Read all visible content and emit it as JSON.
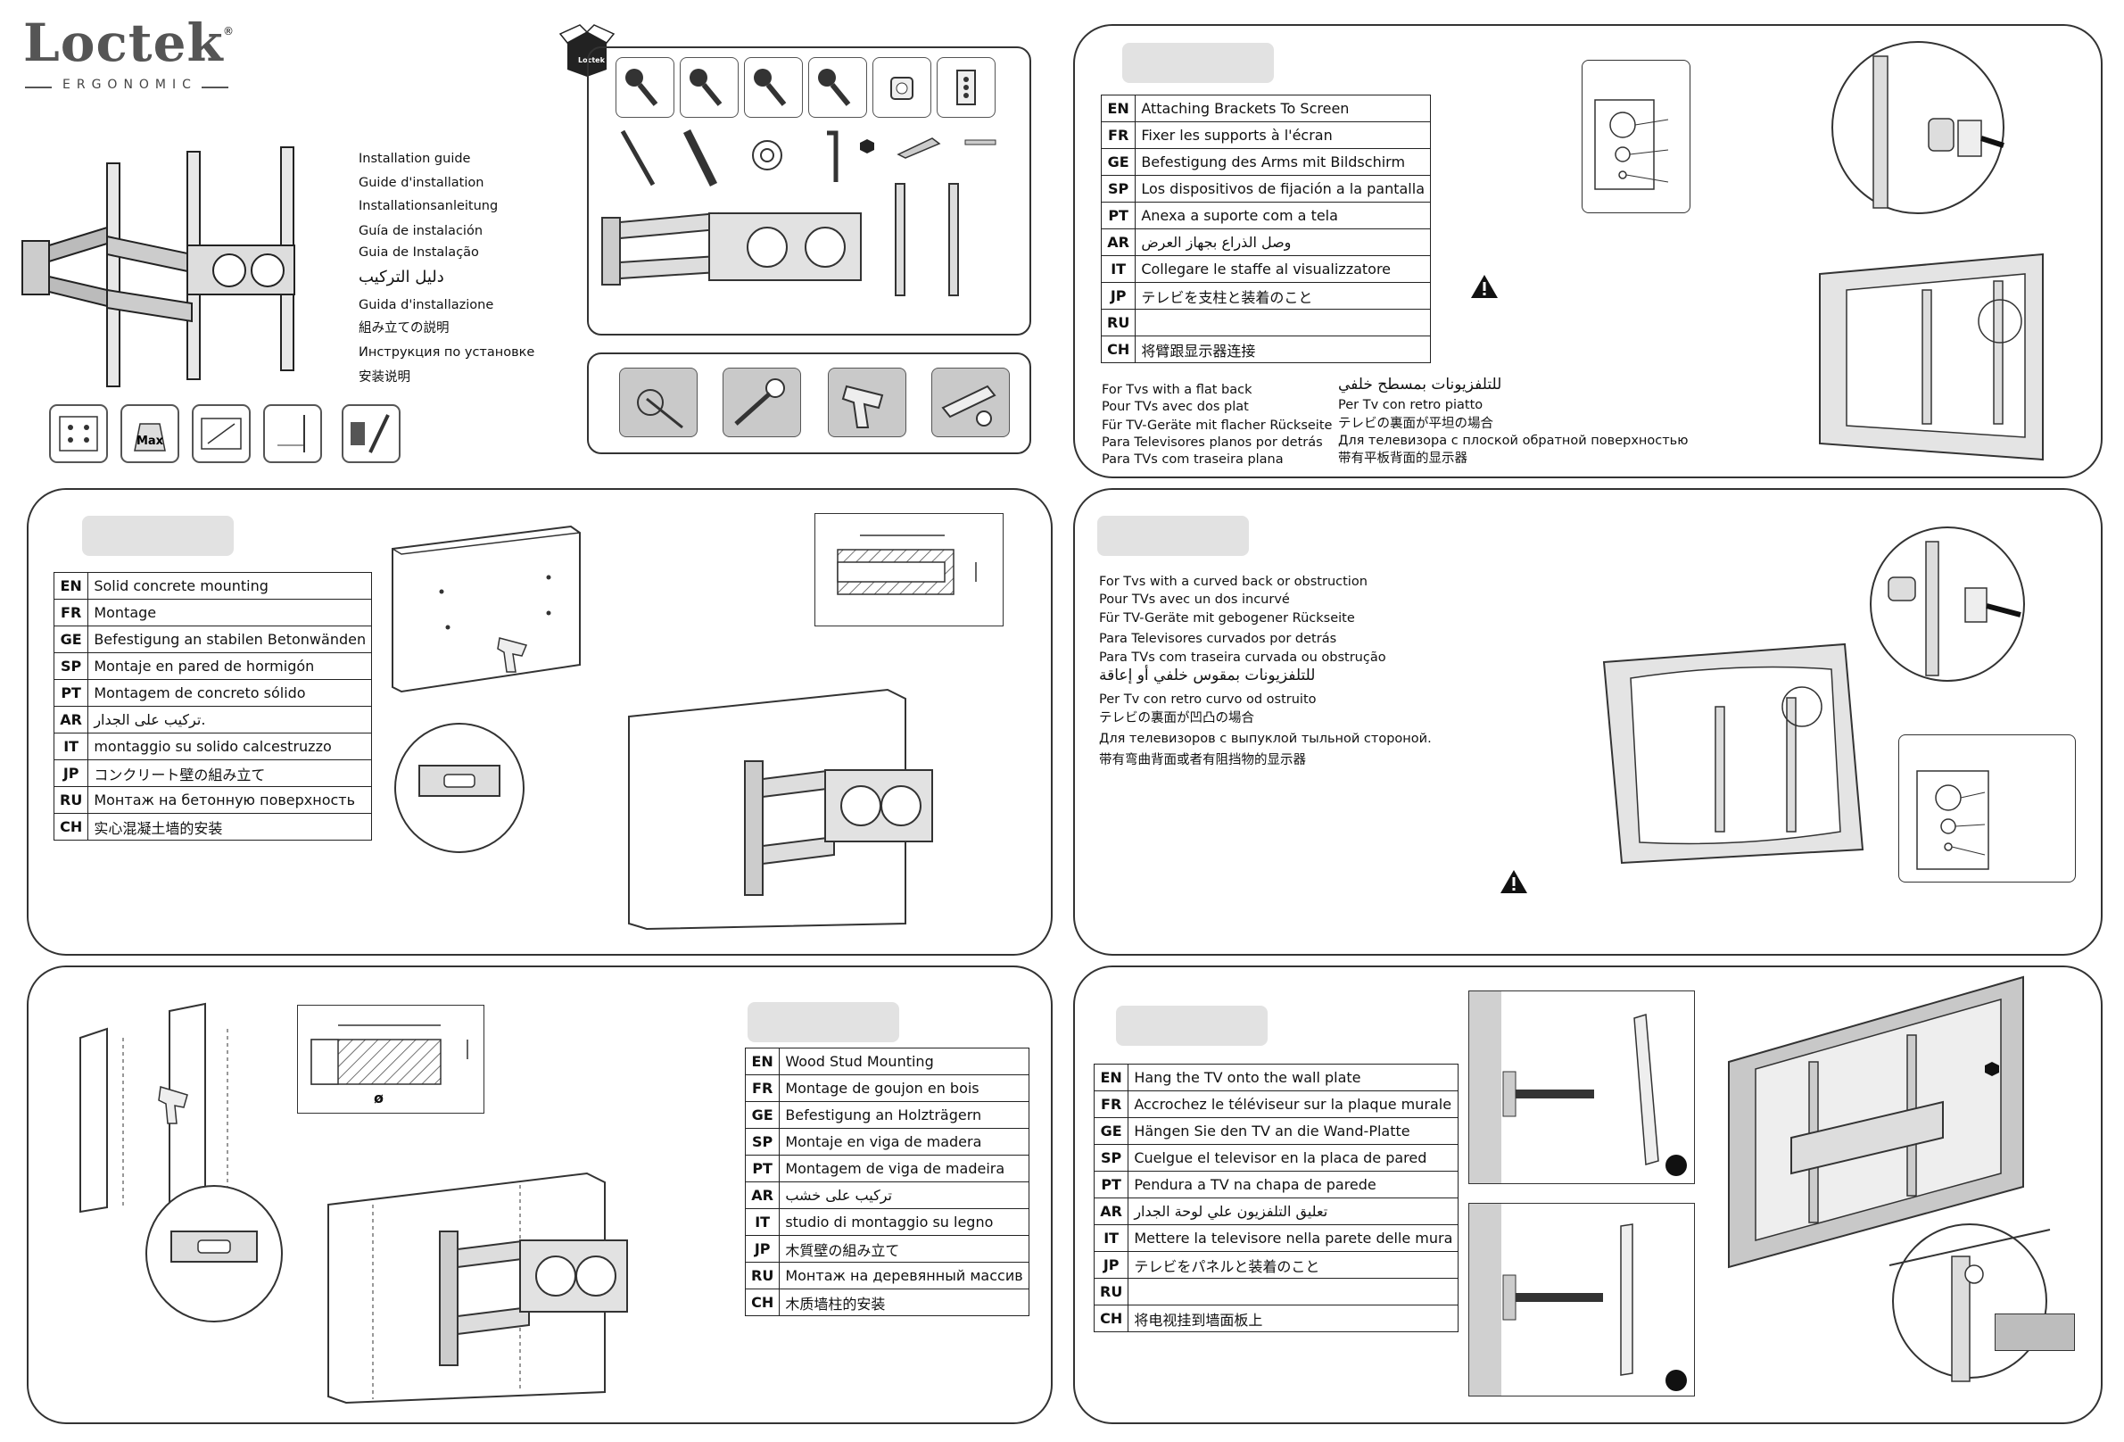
{
  "brand": {
    "name": "Loctek",
    "tagline": "ERGONOMIC",
    "reg_mark": "®"
  },
  "guide_titles": [
    "Installation guide",
    "Guide d'installation",
    "Installationsanleitung",
    "Guía de instalación",
    "Guia de Instalação",
    "دليل التركيب",
    "Guida d'installazione",
    "組み立ての説明",
    "Инструкция по установке",
    "安装说明"
  ],
  "parts_box_label": "Loctek",
  "spec_icons": [
    "vesa-holes-icon",
    "max-load-icon",
    "screen-size-icon",
    "wall-distance-icon",
    "tilt-icon"
  ],
  "tool_icons": [
    "pencil-mark-icon",
    "screwdriver-icon",
    "drill-icon",
    "level-icon"
  ],
  "attach_section": {
    "rows": [
      {
        "code": "EN",
        "text": "Attaching Brackets To Screen"
      },
      {
        "code": "FR",
        "text": "Fixer les supports à l'écran"
      },
      {
        "code": "GE",
        "text": "Befestigung des Arms mit Bildschirm"
      },
      {
        "code": "SP",
        "text": "Los dispositivos de fijación a la pantalla"
      },
      {
        "code": "PT",
        "text": "Anexa a suporte com a tela"
      },
      {
        "code": "AR",
        "text": "وصل الذراع بجهاز العرض"
      },
      {
        "code": "IT",
        "text": "Collegare le staffe al visualizzatore"
      },
      {
        "code": "JP",
        "text": "テレビを支柱と装着のこと"
      },
      {
        "code": "RU",
        "text": ""
      },
      {
        "code": "CH",
        "text": "将臂跟显示器连接"
      }
    ],
    "flat_left": [
      "For Tvs with a flat back",
      "Pour TVs avec dos plat",
      "Für TV-Geräte mit flacher Rückseite",
      "Para Televisores planos por detrás",
      "Para TVs com traseira plana"
    ],
    "flat_right": [
      "للتلفزيونات بمسطح خلفي",
      "Per Tv con retro piatto",
      "テレビの裏面が平坦の場合",
      "Для телевизора с плоской  обратной поверхностью",
      "带有平板背面的显示器"
    ]
  },
  "curved_section": {
    "lines": [
      "For Tvs with a curved back or obstruction",
      "Pour TVs avec un dos incurvé",
      "Für TV-Geräte mit gebogener Rückseite",
      "Para Televisores curvados por detrás",
      "Para TVs com traseira curvada ou obstrução",
      "للتلفزيونات بمقوس خلفي أو إعاقة",
      "Per Tv con retro curvo od ostruito",
      "テレビの裏面が凹凸の場合",
      "Для телевизоров с выпуклой тыльной стороной.",
      "带有弯曲背面或者有阻挡物的显示器"
    ]
  },
  "concrete_section": {
    "rows": [
      {
        "code": "EN",
        "text": "Solid  concrete  mounting"
      },
      {
        "code": "FR",
        "text": "Montage"
      },
      {
        "code": "GE",
        "text": "Befestigung an stabilen Betonwänden"
      },
      {
        "code": "SP",
        "text": "Montaje en pared de hormigón"
      },
      {
        "code": "PT",
        "text": "Montagem de concreto sólido"
      },
      {
        "code": "AR",
        "text": "تركيب على الجدار."
      },
      {
        "code": "IT",
        "text": "montaggio su solido calcestruzzo"
      },
      {
        "code": "JP",
        "text": "コンクリート壁の組み立て"
      },
      {
        "code": "RU",
        "text": "Монтаж на бетонную поверхность"
      },
      {
        "code": "CH",
        "text": "实心混凝土墙的安装"
      }
    ]
  },
  "wood_section": {
    "rows": [
      {
        "code": "EN",
        "text": "Wood Stud Mounting"
      },
      {
        "code": "FR",
        "text": "Montage de goujon en bois"
      },
      {
        "code": "GE",
        "text": "Befestigung an Holzträgern"
      },
      {
        "code": "SP",
        "text": "Montaje en viga de madera"
      },
      {
        "code": "PT",
        "text": "Montagem de viga de madeira"
      },
      {
        "code": "AR",
        "text": "تركيب على خشب"
      },
      {
        "code": "IT",
        "text": "studio di montaggio su legno"
      },
      {
        "code": "JP",
        "text": "木質壁の組み立て"
      },
      {
        "code": "RU",
        "text": "Монтаж на деревянный массив"
      },
      {
        "code": "CH",
        "text": "木质墙柱的安装"
      }
    ],
    "diameter_symbol": "ø"
  },
  "hang_section": {
    "rows": [
      {
        "code": "EN",
        "text": "Hang  the  TV  onto  the  wall  plate"
      },
      {
        "code": "FR",
        "text": "Accrochez le téléviseur sur la plaque murale"
      },
      {
        "code": "GE",
        "text": "Hängen Sie den TV an die Wand-Platte"
      },
      {
        "code": "SP",
        "text": "Cuelgue el televisor en la placa de pared"
      },
      {
        "code": "PT",
        "text": "Pendura a TV na chapa de parede"
      },
      {
        "code": "AR",
        "text": "تعليق التلفزيون علي لوحة الجدار"
      },
      {
        "code": "IT",
        "text": "Mettere la televisore nella parete delle mura"
      },
      {
        "code": "JP",
        "text": "テレビをパネルと装着のこと"
      },
      {
        "code": "RU",
        "text": ""
      },
      {
        "code": "CH",
        "text": "将电视挂到墙面板上"
      }
    ]
  }
}
